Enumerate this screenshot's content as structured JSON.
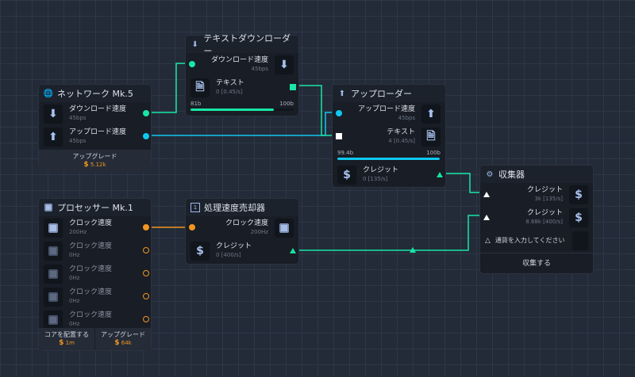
{
  "colors": {
    "green": "#19e6a6",
    "cyan": "#0fc8ef",
    "orange": "#f2951f",
    "white": "#ffffff"
  },
  "network": {
    "title": "ネットワーク Mk.5",
    "icon": "globe-icon",
    "rows": [
      {
        "label": "ダウンロード速度",
        "sub": "45bps",
        "icon": "download-icon"
      },
      {
        "label": "アップロード速度",
        "sub": "45bps",
        "icon": "upload-icon"
      }
    ],
    "upgrade": {
      "label": "アップグレード",
      "cost": "5.12k"
    }
  },
  "downloader": {
    "title": "テキストダウンローダー",
    "icon": "download-icon",
    "input": {
      "label": "ダウンロード速度",
      "sub": "45bps"
    },
    "output": {
      "label": "テキスト",
      "sub": "0 [0.45/s]"
    },
    "progress": {
      "min_label": "81b",
      "max_label": "100b",
      "fraction": 0.81
    }
  },
  "uploader": {
    "title": "アップローダー",
    "icon": "upload-icon",
    "inputs": [
      {
        "label": "アップロード速度",
        "sub": "45bps"
      },
      {
        "label": "テキスト",
        "sub": "4 [0.45/s]"
      }
    ],
    "progress": {
      "min_label": "99.4b",
      "max_label": "100b",
      "fraction": 0.994
    },
    "output": {
      "label": "クレジット",
      "sub": "0 [135/s]"
    }
  },
  "collector": {
    "title": "収集器",
    "icon": "robot-icon",
    "inputs": [
      {
        "label": "クレジット",
        "sub": "3k [135/s]"
      },
      {
        "label": "クレジット",
        "sub": "8.68k [400/s]"
      }
    ],
    "currency_placeholder": "通貨を入力してください",
    "collect_label": "収集する"
  },
  "processor": {
    "title": "プロセッサー Mk.1",
    "icon": "cpu-icon",
    "cores": [
      {
        "label": "クロック速度",
        "sub": "200Hz"
      },
      {
        "label": "クロック速度",
        "sub": "0Hz"
      },
      {
        "label": "クロック速度",
        "sub": "0Hz"
      },
      {
        "label": "クロック速度",
        "sub": "0Hz"
      },
      {
        "label": "クロック速度",
        "sub": "0Hz"
      }
    ],
    "place_core": {
      "label": "コアを配置する",
      "cost": "1m"
    },
    "upgrade": {
      "label": "アップグレード",
      "cost": "64k"
    }
  },
  "seller": {
    "title": "処理速度売却器",
    "icon": "seller-icon",
    "input": {
      "label": "クロック速度",
      "sub": "200Hz"
    },
    "output": {
      "label": "クレジット",
      "sub": "0 [400/s]"
    }
  }
}
